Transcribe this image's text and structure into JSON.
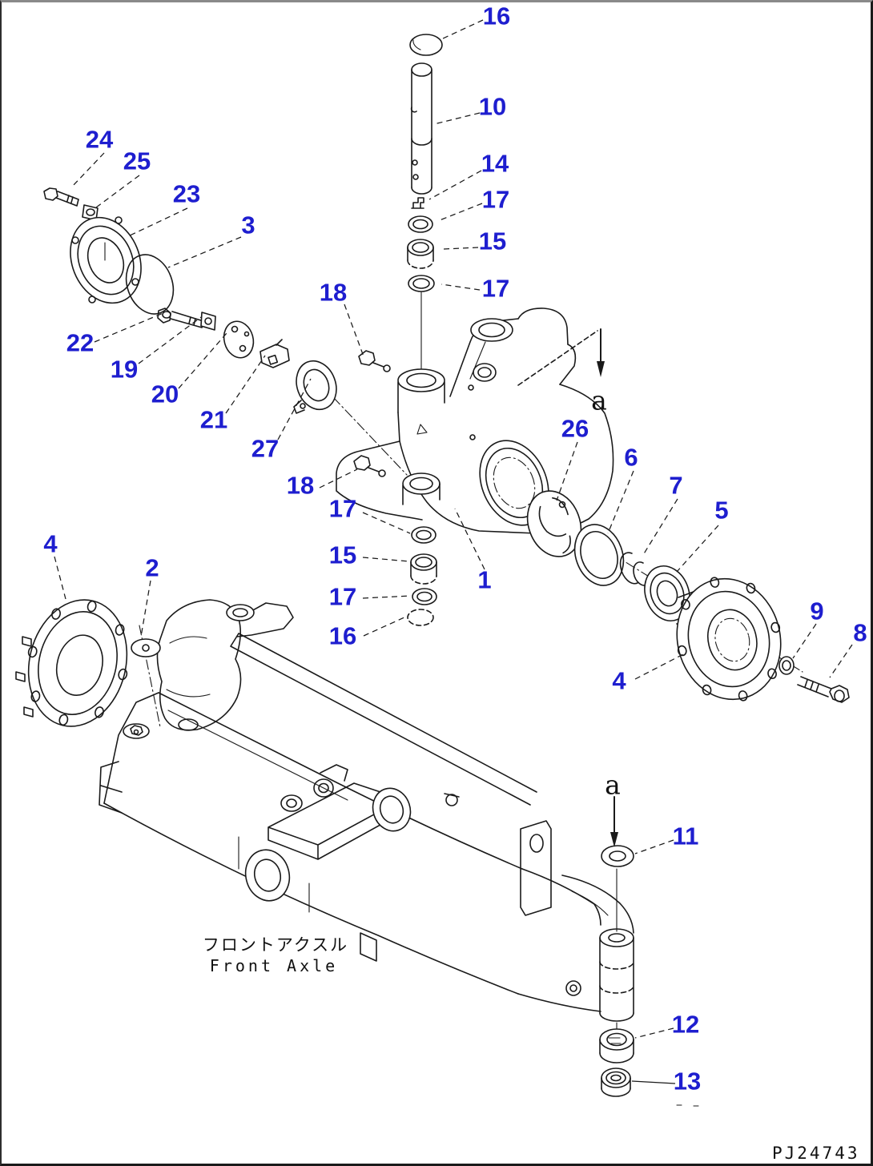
{
  "diagram": {
    "caption_jp": "フロントアクスル",
    "caption_en": "Front Axle",
    "drawing_number": "PJ24743",
    "callout_color": "#1e1ecf",
    "line_color": "#1a1a1a",
    "section_labels": [
      {
        "label": "a"
      },
      {
        "label": "a"
      }
    ],
    "callouts": [
      {
        "text": "16"
      },
      {
        "text": "10"
      },
      {
        "text": "14"
      },
      {
        "text": "17"
      },
      {
        "text": "15"
      },
      {
        "text": "17"
      },
      {
        "text": "24"
      },
      {
        "text": "25"
      },
      {
        "text": "23"
      },
      {
        "text": "3"
      },
      {
        "text": "22"
      },
      {
        "text": "19"
      },
      {
        "text": "20"
      },
      {
        "text": "21"
      },
      {
        "text": "27"
      },
      {
        "text": "18"
      },
      {
        "text": "18"
      },
      {
        "text": "17"
      },
      {
        "text": "15"
      },
      {
        "text": "17"
      },
      {
        "text": "16"
      },
      {
        "text": "1"
      },
      {
        "text": "26"
      },
      {
        "text": "6"
      },
      {
        "text": "7"
      },
      {
        "text": "5"
      },
      {
        "text": "9"
      },
      {
        "text": "8"
      },
      {
        "text": "4"
      },
      {
        "text": "4"
      },
      {
        "text": "2"
      },
      {
        "text": "11"
      },
      {
        "text": "12"
      },
      {
        "text": "13"
      }
    ]
  }
}
